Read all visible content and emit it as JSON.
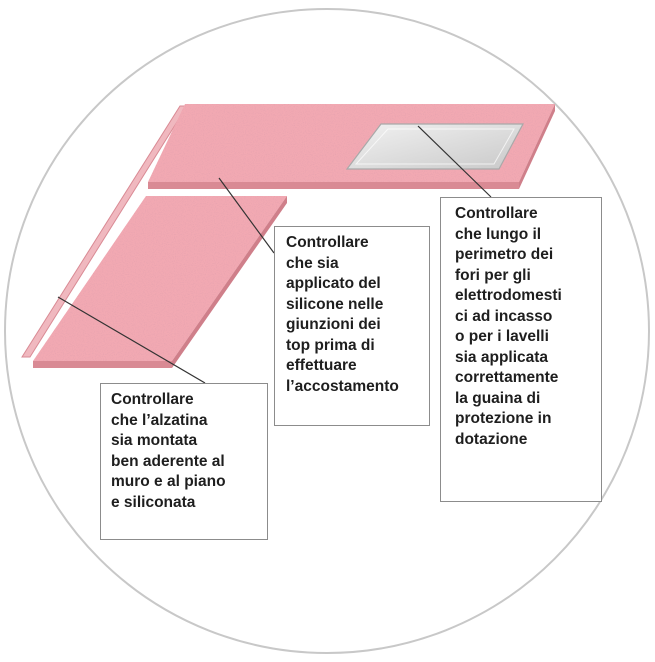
{
  "colors": {
    "countertop": "#f2a9b2",
    "countertop_dark": "#d98a94",
    "countertop_edge": "#e7a0a8",
    "backsplash": "#f0b8bf",
    "sink_cutout": "#d9d9d9",
    "circle_border": "#c8c8c8",
    "callout_border": "#8c8c8c",
    "leader_line": "#333333"
  },
  "callouts": {
    "joints": {
      "text": "Controllare\nche sia\napplicato del\nsilicone nelle\ngiunzioni dei\ntop prima di\neffettuare\nl’accostamento"
    },
    "cutouts": {
      "text": "Controllare\nche lungo il\nperimetro dei\nfori per gli\nelettrodomesti\nci ad incasso\no per i lavelli\nsia applicata\ncorrettamente\nla guaina di\nprotezione in\ndotazione"
    },
    "backsplash": {
      "text": "Controllare\nche l’alzatina\nsia montata\nben aderente al\nmuro e al piano\ne siliconata"
    }
  }
}
